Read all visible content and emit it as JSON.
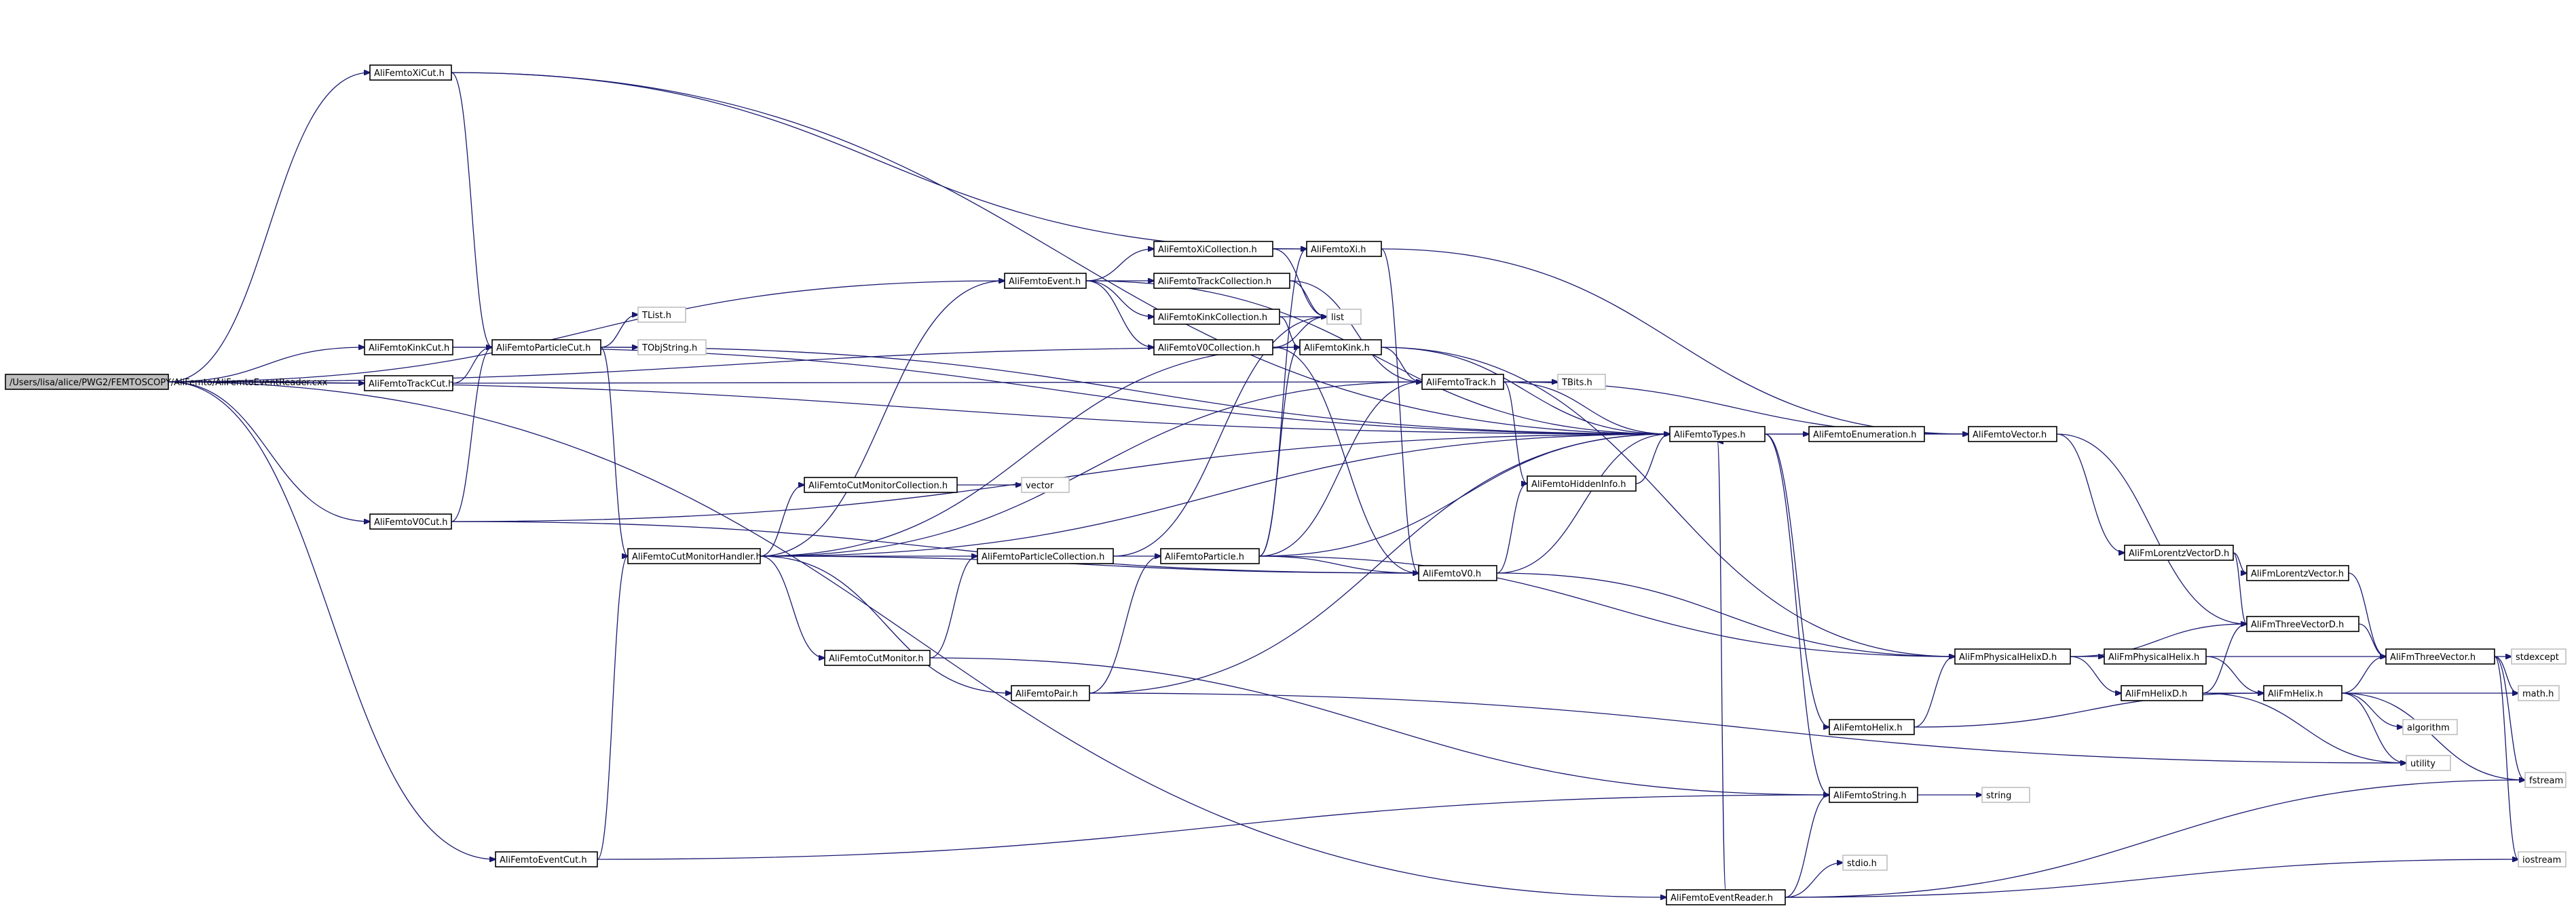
{
  "graph": {
    "nodes": [
      {
        "id": "root",
        "label": "/Users/lisa/alice/PWG2/FEMTOSCOPY/AliFemto/AliFemtoEventReader.cxx",
        "kind": "root"
      },
      {
        "id": "xicut",
        "label": "AliFemtoXiCut.h"
      },
      {
        "id": "kinkcut",
        "label": "AliFemtoKinkCut.h"
      },
      {
        "id": "trackcut",
        "label": "AliFemtoTrackCut.h"
      },
      {
        "id": "v0cut",
        "label": "AliFemtoV0Cut.h"
      },
      {
        "id": "eventcut",
        "label": "AliFemtoEventCut.h"
      },
      {
        "id": "pcut",
        "label": "AliFemtoParticleCut.h"
      },
      {
        "id": "tlist",
        "label": "TList.h",
        "kind": "sys"
      },
      {
        "id": "tobjstring",
        "label": "TObjString.h",
        "kind": "sys"
      },
      {
        "id": "cmh",
        "label": "AliFemtoCutMonitorHandler.h"
      },
      {
        "id": "cmc",
        "label": "AliFemtoCutMonitorCollection.h"
      },
      {
        "id": "vector",
        "label": "vector",
        "kind": "sys"
      },
      {
        "id": "cm",
        "label": "AliFemtoCutMonitor.h"
      },
      {
        "id": "event",
        "label": "AliFemtoEvent.h"
      },
      {
        "id": "xicoll",
        "label": "AliFemtoXiCollection.h"
      },
      {
        "id": "trackcoll",
        "label": "AliFemtoTrackCollection.h"
      },
      {
        "id": "kinkcoll",
        "label": "AliFemtoKinkCollection.h"
      },
      {
        "id": "v0coll",
        "label": "AliFemtoV0Collection.h"
      },
      {
        "id": "list",
        "label": "list",
        "kind": "sys"
      },
      {
        "id": "xi",
        "label": "AliFemtoXi.h"
      },
      {
        "id": "kink",
        "label": "AliFemtoKink.h"
      },
      {
        "id": "track",
        "label": "AliFemtoTrack.h"
      },
      {
        "id": "tbits",
        "label": "TBits.h",
        "kind": "sys"
      },
      {
        "id": "pcoll",
        "label": "AliFemtoParticleCollection.h"
      },
      {
        "id": "particle",
        "label": "AliFemtoParticle.h"
      },
      {
        "id": "pair",
        "label": "AliFemtoPair.h"
      },
      {
        "id": "v0",
        "label": "AliFemtoV0.h"
      },
      {
        "id": "hidden",
        "label": "AliFemtoHiddenInfo.h"
      },
      {
        "id": "types",
        "label": "AliFemtoTypes.h"
      },
      {
        "id": "enum",
        "label": "AliFemtoEnumeration.h"
      },
      {
        "id": "fvector",
        "label": "AliFemtoVector.h"
      },
      {
        "id": "lvd",
        "label": "AliFmLorentzVectorD.h"
      },
      {
        "id": "lv",
        "label": "AliFmLorentzVector.h"
      },
      {
        "id": "tvd",
        "label": "AliFmThreeVectorD.h"
      },
      {
        "id": "tv",
        "label": "AliFmThreeVector.h"
      },
      {
        "id": "phd",
        "label": "AliFmPhysicalHelixD.h"
      },
      {
        "id": "ph",
        "label": "AliFmPhysicalHelix.h"
      },
      {
        "id": "hd",
        "label": "AliFmHelixD.h"
      },
      {
        "id": "helix",
        "label": "AliFmHelix.h"
      },
      {
        "id": "femhelix",
        "label": "AliFemtoHelix.h"
      },
      {
        "id": "fstring",
        "label": "AliFemtoString.h"
      },
      {
        "id": "string",
        "label": "string",
        "kind": "sys"
      },
      {
        "id": "stdio",
        "label": "stdio.h",
        "kind": "sys"
      },
      {
        "id": "reader",
        "label": "AliFemtoEventReader.h"
      },
      {
        "id": "stdexcept",
        "label": "stdexcept",
        "kind": "sys"
      },
      {
        "id": "math",
        "label": "math.h",
        "kind": "sys"
      },
      {
        "id": "algorithm",
        "label": "algorithm",
        "kind": "sys"
      },
      {
        "id": "utility",
        "label": "utility",
        "kind": "sys"
      },
      {
        "id": "fstream",
        "label": "fstream",
        "kind": "sys"
      },
      {
        "id": "iostream",
        "label": "iostream",
        "kind": "sys"
      }
    ],
    "edges": [
      [
        "root",
        "xicut"
      ],
      [
        "root",
        "kinkcut"
      ],
      [
        "root",
        "trackcut"
      ],
      [
        "root",
        "v0cut"
      ],
      [
        "root",
        "eventcut"
      ],
      [
        "root",
        "reader"
      ],
      [
        "root",
        "event"
      ],
      [
        "root",
        "types"
      ],
      [
        "root",
        "kink"
      ],
      [
        "xicut",
        "pcut"
      ],
      [
        "xicut",
        "xi"
      ],
      [
        "xicut",
        "types"
      ],
      [
        "kinkcut",
        "pcut"
      ],
      [
        "kinkcut",
        "types"
      ],
      [
        "trackcut",
        "pcut"
      ],
      [
        "trackcut",
        "track"
      ],
      [
        "v0cut",
        "pcut"
      ],
      [
        "v0cut",
        "v0"
      ],
      [
        "v0cut",
        "types"
      ],
      [
        "eventcut",
        "cmh"
      ],
      [
        "eventcut",
        "fstring"
      ],
      [
        "pcut",
        "tlist"
      ],
      [
        "pcut",
        "tobjstring"
      ],
      [
        "pcut",
        "cmh"
      ],
      [
        "pcut",
        "types"
      ],
      [
        "cmh",
        "cmc"
      ],
      [
        "cmh",
        "cm"
      ],
      [
        "cmh",
        "event"
      ],
      [
        "cmh",
        "track"
      ],
      [
        "cmh",
        "kink"
      ],
      [
        "cmh",
        "v0"
      ],
      [
        "cmh",
        "pcoll"
      ],
      [
        "cmh",
        "pair"
      ],
      [
        "cmh",
        "types"
      ],
      [
        "cmc",
        "vector"
      ],
      [
        "cm",
        "pcoll"
      ],
      [
        "cm",
        "fstring"
      ],
      [
        "event",
        "xicoll"
      ],
      [
        "event",
        "trackcoll"
      ],
      [
        "event",
        "kinkcoll"
      ],
      [
        "event",
        "v0coll"
      ],
      [
        "event",
        "types"
      ],
      [
        "xicoll",
        "xi"
      ],
      [
        "xicoll",
        "list"
      ],
      [
        "trackcoll",
        "track"
      ],
      [
        "trackcoll",
        "list"
      ],
      [
        "kinkcoll",
        "kink"
      ],
      [
        "kinkcoll",
        "list"
      ],
      [
        "v0coll",
        "v0"
      ],
      [
        "v0coll",
        "list"
      ],
      [
        "xi",
        "v0"
      ],
      [
        "xi",
        "fvector"
      ],
      [
        "kink",
        "track"
      ],
      [
        "kink",
        "types"
      ],
      [
        "kink",
        "phd"
      ],
      [
        "track",
        "tbits"
      ],
      [
        "track",
        "types"
      ],
      [
        "track",
        "hidden"
      ],
      [
        "track",
        "fvector"
      ],
      [
        "pcoll",
        "particle"
      ],
      [
        "pcoll",
        "list"
      ],
      [
        "particle",
        "track"
      ],
      [
        "particle",
        "v0"
      ],
      [
        "particle",
        "kink"
      ],
      [
        "particle",
        "xi"
      ],
      [
        "particle",
        "types"
      ],
      [
        "particle",
        "phd"
      ],
      [
        "pair",
        "particle"
      ],
      [
        "pair",
        "types"
      ],
      [
        "pair",
        "utility"
      ],
      [
        "v0",
        "hidden"
      ],
      [
        "v0",
        "types"
      ],
      [
        "v0",
        "phd"
      ],
      [
        "hidden",
        "types"
      ],
      [
        "types",
        "enum"
      ],
      [
        "types",
        "fvector"
      ],
      [
        "types",
        "femhelix"
      ],
      [
        "types",
        "fstring"
      ],
      [
        "fvector",
        "lvd"
      ],
      [
        "fvector",
        "tvd"
      ],
      [
        "lvd",
        "lv"
      ],
      [
        "lvd",
        "tvd"
      ],
      [
        "lv",
        "tv"
      ],
      [
        "tvd",
        "tv"
      ],
      [
        "tv",
        "stdexcept"
      ],
      [
        "tv",
        "math"
      ],
      [
        "tv",
        "fstream"
      ],
      [
        "tv",
        "iostream"
      ],
      [
        "phd",
        "ph"
      ],
      [
        "phd",
        "hd"
      ],
      [
        "phd",
        "tvd"
      ],
      [
        "ph",
        "tv"
      ],
      [
        "ph",
        "helix"
      ],
      [
        "hd",
        "helix"
      ],
      [
        "hd",
        "tvd"
      ],
      [
        "hd",
        "utility"
      ],
      [
        "helix",
        "math"
      ],
      [
        "helix",
        "algorithm"
      ],
      [
        "helix",
        "utility"
      ],
      [
        "helix",
        "fstream"
      ],
      [
        "helix",
        "tv"
      ],
      [
        "femhelix",
        "phd"
      ],
      [
        "femhelix",
        "helix"
      ],
      [
        "fstring",
        "string"
      ],
      [
        "reader",
        "fstring"
      ],
      [
        "reader",
        "stdio"
      ],
      [
        "reader",
        "fstream"
      ],
      [
        "reader",
        "iostream"
      ],
      [
        "reader",
        "types"
      ]
    ]
  }
}
